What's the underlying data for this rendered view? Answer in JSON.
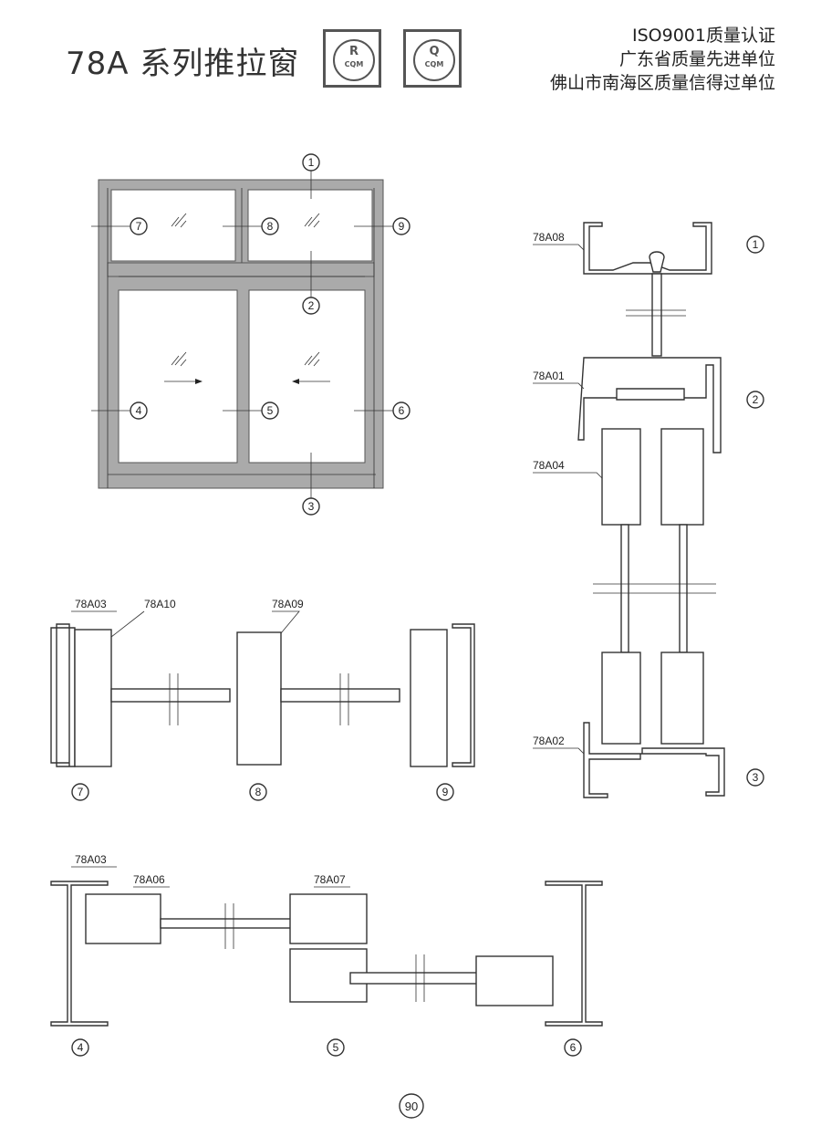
{
  "header": {
    "title": "78A 系列推拉窗",
    "badges": [
      {
        "letter": "R",
        "text": "CQM"
      },
      {
        "letter": "Q",
        "text": "CQM"
      }
    ],
    "certifications": [
      "ISO9001质量认证",
      "广东省质量先进单位",
      "佛山市南海区质量信得过单位"
    ]
  },
  "elevation": {
    "callouts": [
      "1",
      "2",
      "3",
      "4",
      "5",
      "6",
      "7",
      "8",
      "9"
    ]
  },
  "vertical_section": {
    "labels": [
      "78A08",
      "78A01",
      "78A04",
      "78A02"
    ],
    "callouts": [
      "1",
      "2",
      "3"
    ]
  },
  "top_horizontal_section": {
    "labels": [
      "78A03",
      "78A10",
      "78A09"
    ],
    "callouts": [
      "7",
      "8",
      "9"
    ]
  },
  "bottom_horizontal_section": {
    "labels": [
      "78A03",
      "78A06",
      "78A07"
    ],
    "callouts": [
      "4",
      "5",
      "6"
    ]
  },
  "page_number": "90"
}
